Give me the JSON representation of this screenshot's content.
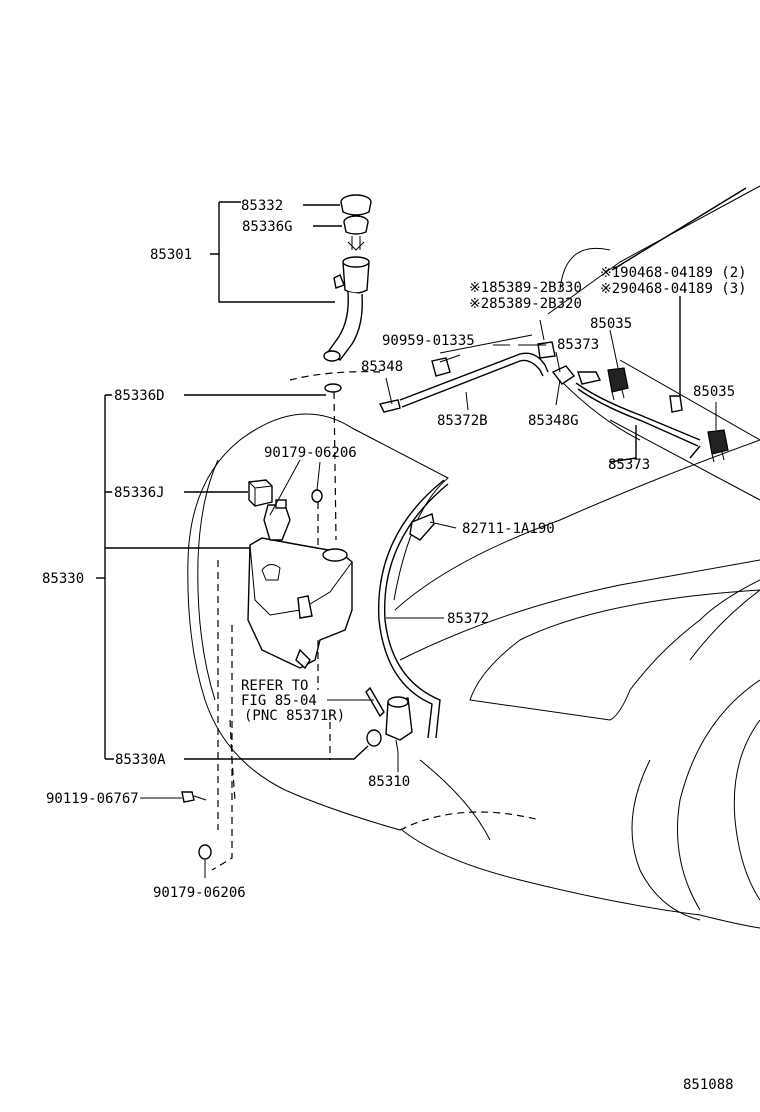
{
  "diagram": {
    "figure_id": "851088",
    "labels": {
      "p85332": "85332",
      "p85336G": "85336G",
      "p85301": "85301",
      "p185389": "※185389-2B330",
      "p285389": "※285389-2B320",
      "p190468": "※190468-04189 (2)",
      "p290468": "※290468-04189 (3)",
      "p90959": "90959-01335",
      "p85035a": "85035",
      "p85348": "85348",
      "p85373a": "85373",
      "p85035b": "85035",
      "p85336D": "85336D",
      "p85372B": "85372B",
      "p85348G": "85348G",
      "p90179a": "90179-06206",
      "p85373b": "85373",
      "p85336J": "85336J",
      "p82711": "82711-1A190",
      "p85330": "85330",
      "p85372": "85372",
      "refer1": "REFER TO",
      "refer2": "FIG 85-04",
      "refer3": "(PNC 85371R)",
      "p85330A": "85330A",
      "p85310": "85310",
      "p90119": "90119-06767",
      "p90179b": "90179-06206"
    }
  }
}
